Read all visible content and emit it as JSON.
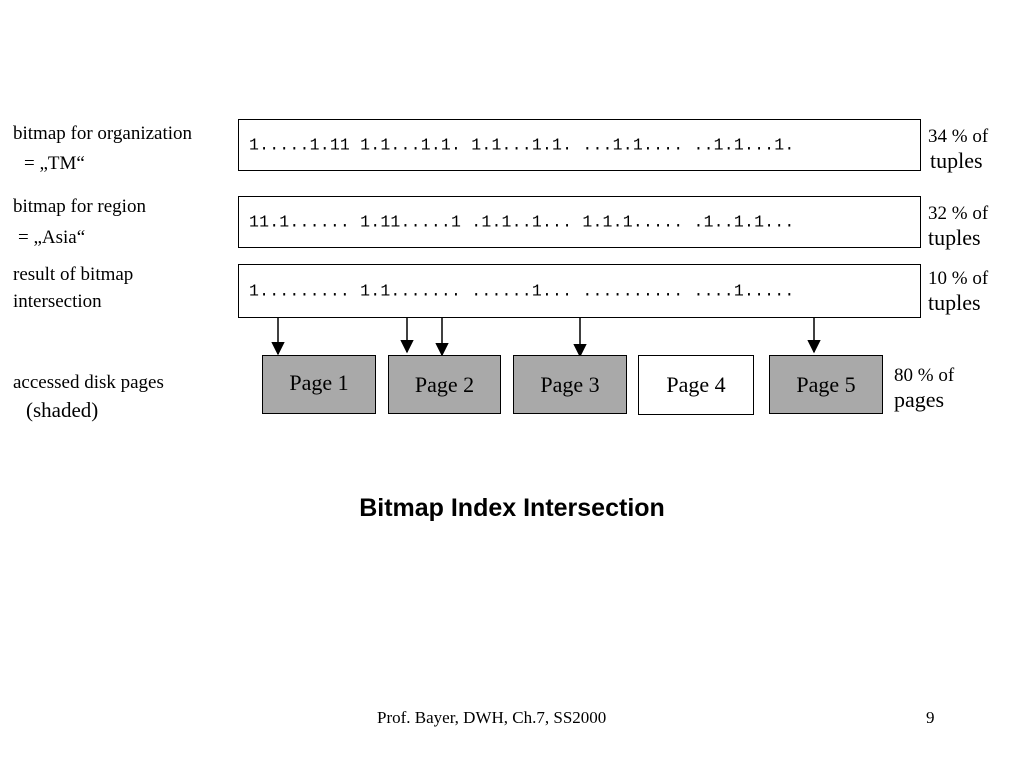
{
  "rows": [
    {
      "label_line1": "bitmap for organization",
      "label_line2": "= „TM“",
      "bits": "1.....1.11 1.1...1.1. 1.1...1.1. ...1.1.... ..1.1...1.",
      "pct_line1": "34 % of",
      "pct_line2": "tuples"
    },
    {
      "label_line1": "bitmap for region",
      "label_line2": "= „Asia“",
      "bits": "11.1...... 1.11.....1 .1.1..1... 1.1.1..... .1..1.1...",
      "pct_line1": "32 % of",
      "pct_line2": "tuples"
    },
    {
      "label_line1": "result of bitmap",
      "label_line2": "intersection",
      "bits": "1......... 1.1....... ......1... .......... ....1.....",
      "pct_line1": "10 % of",
      "pct_line2": "tuples"
    }
  ],
  "pages": {
    "label_line1": "accessed disk pages",
    "label_line2": "(shaded)",
    "items": [
      {
        "label": "Page 1",
        "shaded": true
      },
      {
        "label": "Page 2",
        "shaded": true
      },
      {
        "label": "Page 3",
        "shaded": true
      },
      {
        "label": "Page 4",
        "shaded": false
      },
      {
        "label": "Page 5",
        "shaded": true
      }
    ],
    "pct_line1": "80 % of",
    "pct_line2": "pages"
  },
  "colors": {
    "shaded": "#a9a9a9",
    "unshaded": "#ffffff"
  },
  "title": "Bitmap Index Intersection",
  "footer": {
    "text": "Prof. Bayer, DWH, Ch.7, SS2000",
    "page_number": "9"
  }
}
